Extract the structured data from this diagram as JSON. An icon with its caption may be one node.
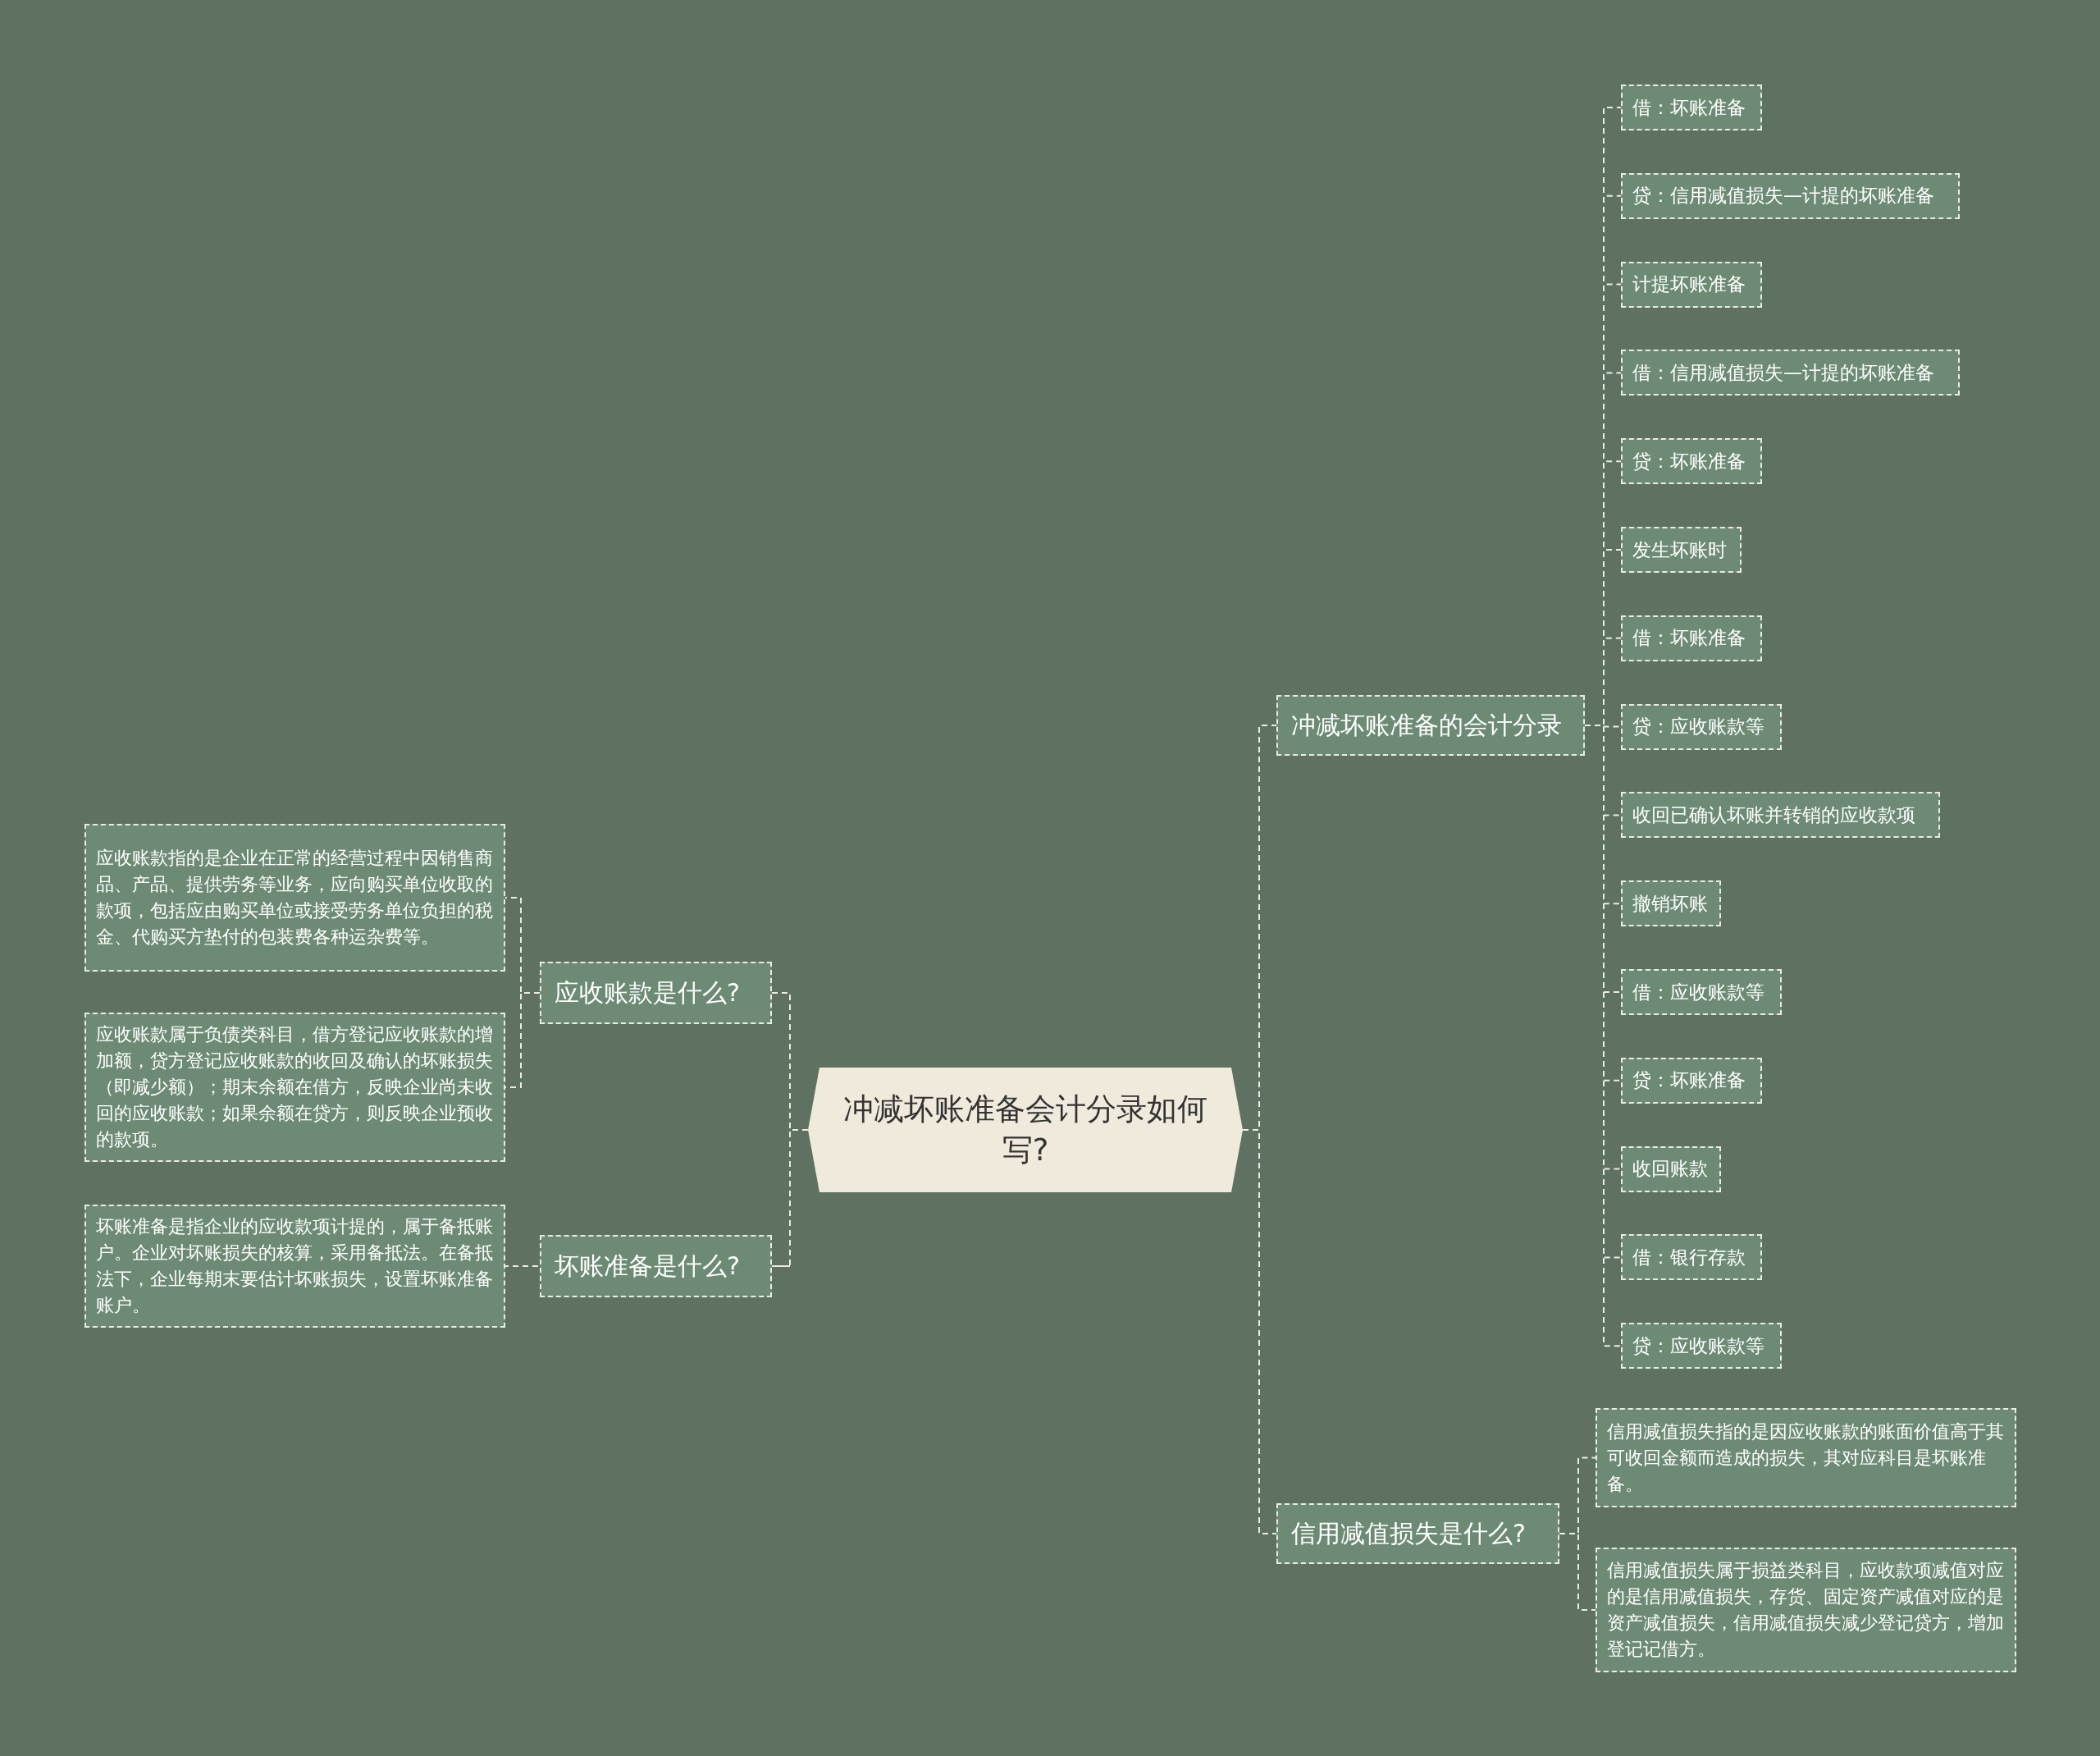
{
  "diagram": {
    "nodes": [
      {
        "text": [
          "冲减坏账准备会计分录如何写?"
        ]
      },
      {
        "text": [
          "冲减坏账准备的会计分录"
        ]
      },
      {
        "text": [
          "借：坏账准备"
        ]
      },
      {
        "text": [
          "贷：信用减值损失—计提的坏账准备"
        ]
      },
      {
        "text": [
          "计提坏账准备"
        ]
      },
      {
        "text": [
          "借：信用减值损失—计提的坏账准备"
        ]
      },
      {
        "text": [
          "贷：坏账准备"
        ]
      },
      {
        "text": [
          "发生坏账时"
        ]
      },
      {
        "text": [
          "借：坏账准备"
        ]
      },
      {
        "text": [
          "贷：应收账款等"
        ]
      },
      {
        "text": [
          "收回已确认坏账并转销的应收款项"
        ]
      },
      {
        "text": [
          "撤销坏账"
        ]
      },
      {
        "text": [
          "借：应收账款等"
        ]
      },
      {
        "text": [
          "贷：坏账准备"
        ]
      },
      {
        "text": [
          "收回账款"
        ]
      },
      {
        "text": [
          "借：银行存款"
        ]
      },
      {
        "text": [
          "贷：应收账款等"
        ]
      },
      {
        "text": [
          "信用减值损失是什么?"
        ]
      },
      {
        "text": [
          "信用减值损失指的是因应收账款的账面价值高于其可收回金额而造成的损失，其对应科目是坏账准备。"
        ]
      },
      {
        "text": [
          "信用减值损失属于损益类科目，应收款项减值对应的是信用减值损失，存货、固定资产减值对应的是资产减值损失，信用减值损失减少登记贷方，增加登记记借方。"
        ]
      },
      {
        "text": [
          "应收账款是什么?"
        ]
      },
      {
        "text": [
          "应收账款指的是企业在正常的经营过程中因销售商品、产品、提供劳务等业务，应向购买单位收取的款项，包括应由购买单位或接受劳务单位负担的税金、代购买方垫付的包装费各种运杂费等。"
        ]
      },
      {
        "text": [
          "应收账款属于负债类科目，借方登记应收账款的增加额，贷方登记应收账款的收回及确认的坏账损失（即减少额）；期末余额在借方，反映企业尚未收回的应收账款；如果余额在贷方，则反映企业预收的款项。"
        ]
      },
      {
        "text": [
          "坏账准备是什么?"
        ]
      },
      {
        "text": [
          "坏账准备是指企业的应收款项计提的，属于备抵账户。企业对坏账损失的核算，采用备抵法。在备抵法下，企业每期末要估计坏账损失，设置坏账准备账户。"
        ]
      }
    ],
    "edges": [
      {
        "from": 0,
        "to": 1,
        "arrow": "none",
        "style": "dashed"
      },
      {
        "from": 1,
        "to": 2,
        "arrow": "none",
        "style": "dashed"
      },
      {
        "from": 1,
        "to": 3,
        "arrow": "none",
        "style": "dashed"
      },
      {
        "from": 1,
        "to": 4,
        "arrow": "none",
        "style": "dashed"
      },
      {
        "from": 1,
        "to": 5,
        "arrow": "none",
        "style": "dashed"
      },
      {
        "from": 1,
        "to": 6,
        "arrow": "none",
        "style": "dashed"
      },
      {
        "from": 1,
        "to": 7,
        "arrow": "none",
        "style": "dashed"
      },
      {
        "from": 1,
        "to": 8,
        "arrow": "none",
        "style": "dashed"
      },
      {
        "from": 1,
        "to": 9,
        "arrow": "none",
        "style": "dashed"
      },
      {
        "from": 1,
        "to": 10,
        "arrow": "none",
        "style": "dashed"
      },
      {
        "from": 1,
        "to": 11,
        "arrow": "none",
        "style": "dashed"
      },
      {
        "from": 1,
        "to": 12,
        "arrow": "none",
        "style": "dashed"
      },
      {
        "from": 1,
        "to": 13,
        "arrow": "none",
        "style": "dashed"
      },
      {
        "from": 1,
        "to": 14,
        "arrow": "none",
        "style": "dashed"
      },
      {
        "from": 1,
        "to": 15,
        "arrow": "none",
        "style": "dashed"
      },
      {
        "from": 1,
        "to": 16,
        "arrow": "none",
        "style": "dashed"
      },
      {
        "from": 0,
        "to": 17,
        "arrow": "none",
        "style": "dashed"
      },
      {
        "from": 17,
        "to": 18,
        "arrow": "none",
        "style": "dashed"
      },
      {
        "from": 17,
        "to": 19,
        "arrow": "none",
        "style": "dashed"
      },
      {
        "from": 0,
        "to": 20,
        "arrow": "none",
        "style": "dashed"
      },
      {
        "from": 20,
        "to": 21,
        "arrow": "none",
        "style": "dashed"
      },
      {
        "from": 20,
        "to": 22,
        "arrow": "none",
        "style": "dashed"
      },
      {
        "from": 0,
        "to": 23,
        "arrow": "none",
        "style": "dashed"
      },
      {
        "from": 23,
        "to": 24,
        "arrow": "none",
        "style": "dashed"
      }
    ]
  }
}
